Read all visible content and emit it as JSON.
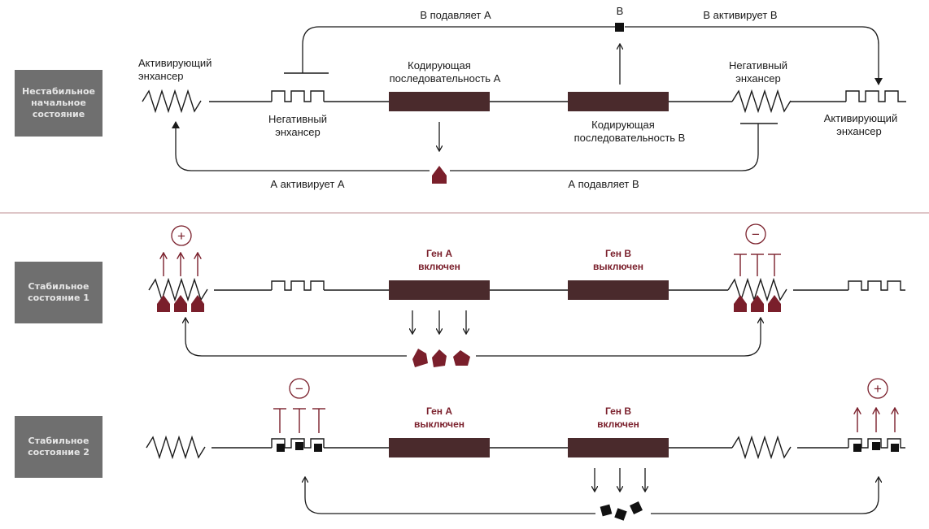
{
  "states": {
    "unstable": [
      "Нестабильное",
      "начальное",
      "состояние"
    ],
    "stable1": [
      "Стабильное",
      "состояние 1"
    ],
    "stable2": [
      "Стабильное",
      "состояние 2"
    ]
  },
  "top": {
    "b_represses_a": "В подавляет А",
    "b_label": "В",
    "b_activates_b": "В активирует В",
    "activating_enhancer_left": [
      "Активирующий",
      "энхансер"
    ],
    "negative_enhancer_left": [
      "Негативный",
      "энхансер"
    ],
    "coding_a": [
      "Кодирующая",
      "последовательность А"
    ],
    "coding_b": [
      "Кодирующая",
      "последовательность В"
    ],
    "negative_enhancer_right": [
      "Негативный",
      "энхансер"
    ],
    "activating_enhancer_right": [
      "Активирующий",
      "энхансер"
    ],
    "a_activates_a": "А активирует А",
    "a_represses_b": "А подавляет В"
  },
  "row1": {
    "gene_a": [
      "Ген А",
      "включен"
    ],
    "gene_b": [
      "Ген В",
      "выключен"
    ],
    "plus": "+",
    "minus": "−"
  },
  "row2": {
    "gene_a": [
      "Ген А",
      "выключен"
    ],
    "gene_b": [
      "Ген В",
      "включен"
    ],
    "plus": "+",
    "minus": "−"
  },
  "colors": {
    "protein_a": "#7a1f2b",
    "protein_b": "#111111",
    "coding_box": "#4a2a2c",
    "state_box": "#6f6f6f",
    "divider": "#c9a3a8"
  }
}
